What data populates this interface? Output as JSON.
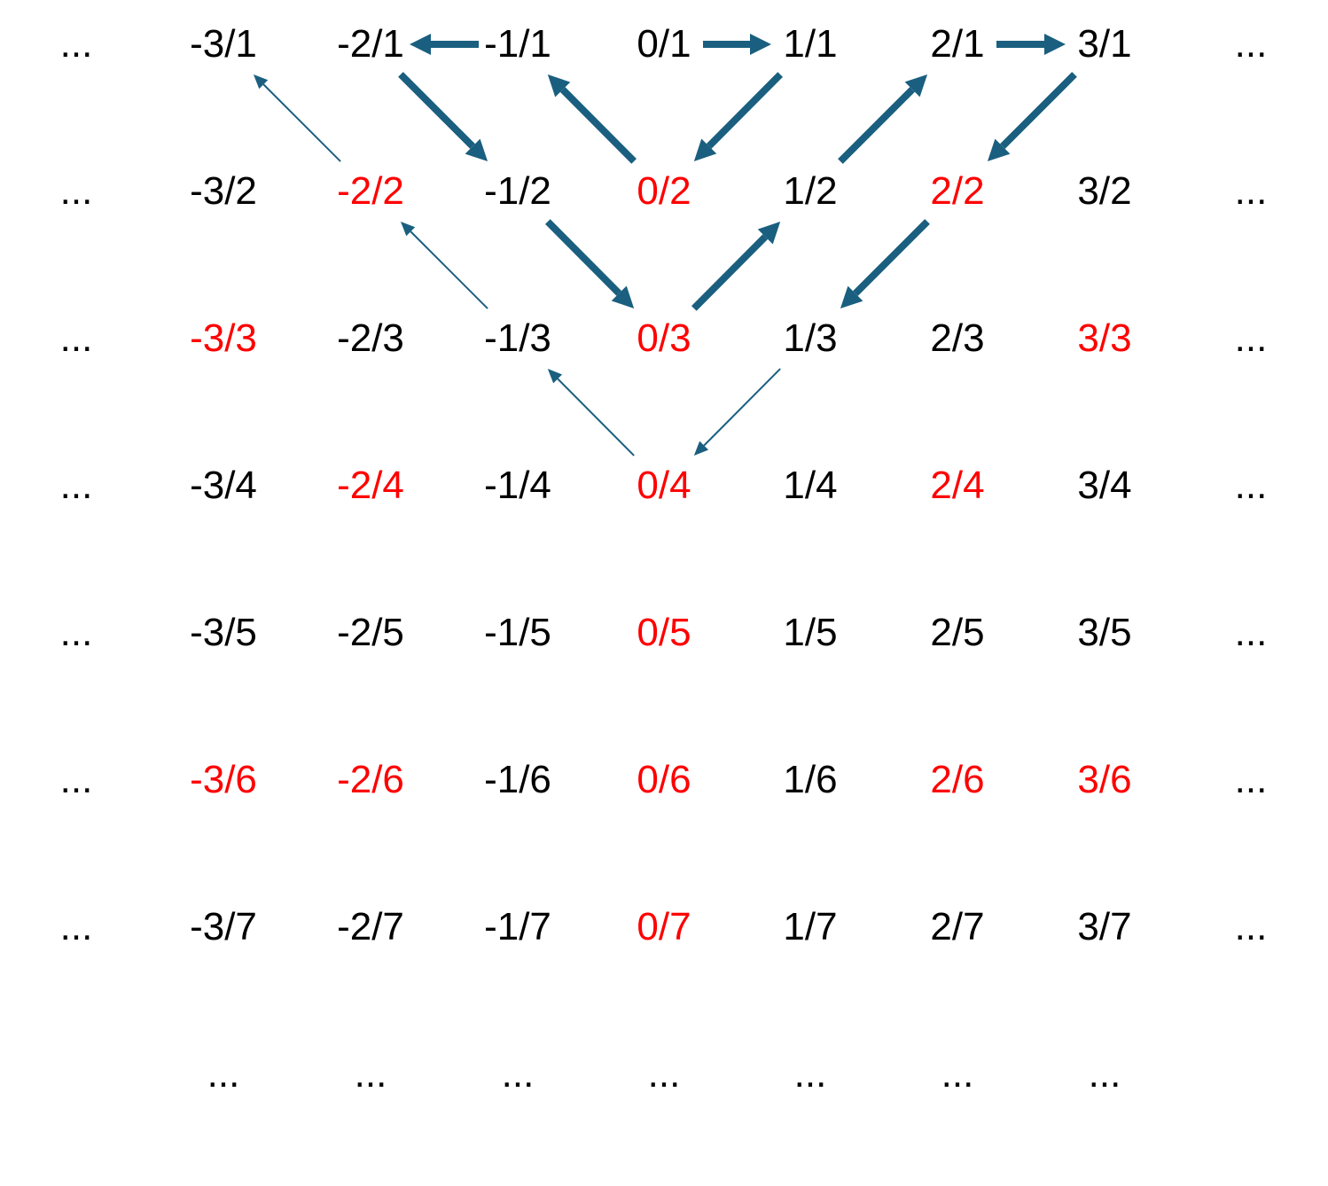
{
  "colors": {
    "normal": "#000000",
    "reducible": "#ff0000",
    "arrow": "#1a5f7f"
  },
  "grid": {
    "rows": [
      {
        "left": "...",
        "right": "...",
        "cells": [
          {
            "text": "-3/1",
            "red": false
          },
          {
            "text": "-2/1",
            "red": false
          },
          {
            "text": "-1/1",
            "red": false
          },
          {
            "text": "0/1",
            "red": false
          },
          {
            "text": "1/1",
            "red": false
          },
          {
            "text": "2/1",
            "red": false
          },
          {
            "text": "3/1",
            "red": false
          }
        ]
      },
      {
        "left": "...",
        "right": "...",
        "cells": [
          {
            "text": "-3/2",
            "red": false
          },
          {
            "text": "-2/2",
            "red": true
          },
          {
            "text": "-1/2",
            "red": false
          },
          {
            "text": "0/2",
            "red": true
          },
          {
            "text": "1/2",
            "red": false
          },
          {
            "text": "2/2",
            "red": true
          },
          {
            "text": "3/2",
            "red": false
          }
        ]
      },
      {
        "left": "...",
        "right": "...",
        "cells": [
          {
            "text": "-3/3",
            "red": true
          },
          {
            "text": "-2/3",
            "red": false
          },
          {
            "text": "-1/3",
            "red": false
          },
          {
            "text": "0/3",
            "red": true
          },
          {
            "text": "1/3",
            "red": false
          },
          {
            "text": "2/3",
            "red": false
          },
          {
            "text": "3/3",
            "red": true
          }
        ]
      },
      {
        "left": "...",
        "right": "...",
        "cells": [
          {
            "text": "-3/4",
            "red": false
          },
          {
            "text": "-2/4",
            "red": true
          },
          {
            "text": "-1/4",
            "red": false
          },
          {
            "text": "0/4",
            "red": true
          },
          {
            "text": "1/4",
            "red": false
          },
          {
            "text": "2/4",
            "red": true
          },
          {
            "text": "3/4",
            "red": false
          }
        ]
      },
      {
        "left": "...",
        "right": "...",
        "cells": [
          {
            "text": "-3/5",
            "red": false
          },
          {
            "text": "-2/5",
            "red": false
          },
          {
            "text": "-1/5",
            "red": false
          },
          {
            "text": "0/5",
            "red": true
          },
          {
            "text": "1/5",
            "red": false
          },
          {
            "text": "2/5",
            "red": false
          },
          {
            "text": "3/5",
            "red": false
          }
        ]
      },
      {
        "left": "...",
        "right": "...",
        "cells": [
          {
            "text": "-3/6",
            "red": true
          },
          {
            "text": "-2/6",
            "red": true
          },
          {
            "text": "-1/6",
            "red": false
          },
          {
            "text": "0/6",
            "red": true
          },
          {
            "text": "1/6",
            "red": false
          },
          {
            "text": "2/6",
            "red": true
          },
          {
            "text": "3/6",
            "red": true
          }
        ]
      },
      {
        "left": "...",
        "right": "...",
        "cells": [
          {
            "text": "-3/7",
            "red": false
          },
          {
            "text": "-2/7",
            "red": false
          },
          {
            "text": "-1/7",
            "red": false
          },
          {
            "text": "0/7",
            "red": true
          },
          {
            "text": "1/7",
            "red": false
          },
          {
            "text": "2/7",
            "red": false
          },
          {
            "text": "3/7",
            "red": false
          }
        ]
      }
    ],
    "bottom_row": [
      "...",
      "...",
      "...",
      "...",
      "...",
      "...",
      "..."
    ]
  },
  "arrows": [
    {
      "from": "0/1",
      "to": "1/1",
      "weight": "thick"
    },
    {
      "from": "1/1",
      "to": "0/2",
      "weight": "thick"
    },
    {
      "from": "0/2",
      "to": "-1/1",
      "weight": "thick"
    },
    {
      "from": "-1/1",
      "to": "-2/1",
      "weight": "thick"
    },
    {
      "from": "-2/1",
      "to": "-1/2",
      "weight": "thick"
    },
    {
      "from": "-1/2",
      "to": "0/3",
      "weight": "thick"
    },
    {
      "from": "0/3",
      "to": "1/2",
      "weight": "thick"
    },
    {
      "from": "1/2",
      "to": "2/1",
      "weight": "thick"
    },
    {
      "from": "2/1",
      "to": "3/1",
      "weight": "thick"
    },
    {
      "from": "3/1",
      "to": "2/2",
      "weight": "thick"
    },
    {
      "from": "2/2",
      "to": "1/3",
      "weight": "thick"
    },
    {
      "from": "1/3",
      "to": "0/4",
      "weight": "thin"
    },
    {
      "from": "0/4",
      "to": "-1/3",
      "weight": "thin"
    },
    {
      "from": "-1/3",
      "to": "-2/2",
      "weight": "thin"
    },
    {
      "from": "-2/2",
      "to": "-3/1",
      "weight": "thin"
    }
  ]
}
